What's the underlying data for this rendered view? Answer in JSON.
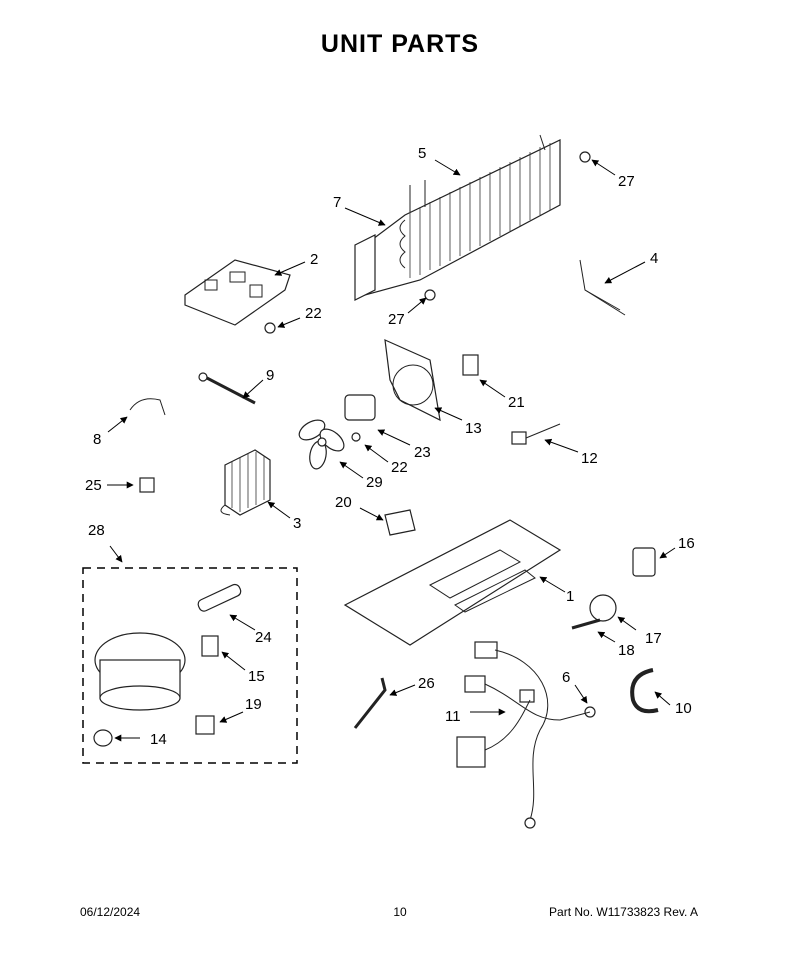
{
  "header": {
    "title": "UNIT  PARTS"
  },
  "callouts": {
    "c1": "1",
    "c2": "2",
    "c3": "3",
    "c4": "4",
    "c5": "5",
    "c6": "6",
    "c7": "7",
    "c8": "8",
    "c9": "9",
    "c10": "10",
    "c11": "11",
    "c12": "12",
    "c13": "13",
    "c14": "14",
    "c15": "15",
    "c16": "16",
    "c17": "17",
    "c18": "18",
    "c19": "19",
    "c20": "20",
    "c21": "21",
    "c22a": "22",
    "c22b": "22",
    "c23": "23",
    "c24": "24",
    "c25": "25",
    "c26": "26",
    "c27a": "27",
    "c27b": "27",
    "c28": "28",
    "c29": "29"
  },
  "footer": {
    "date": "06/12/2024",
    "page": "10",
    "part_no": "Part No.  W11733823   Rev.  A"
  }
}
